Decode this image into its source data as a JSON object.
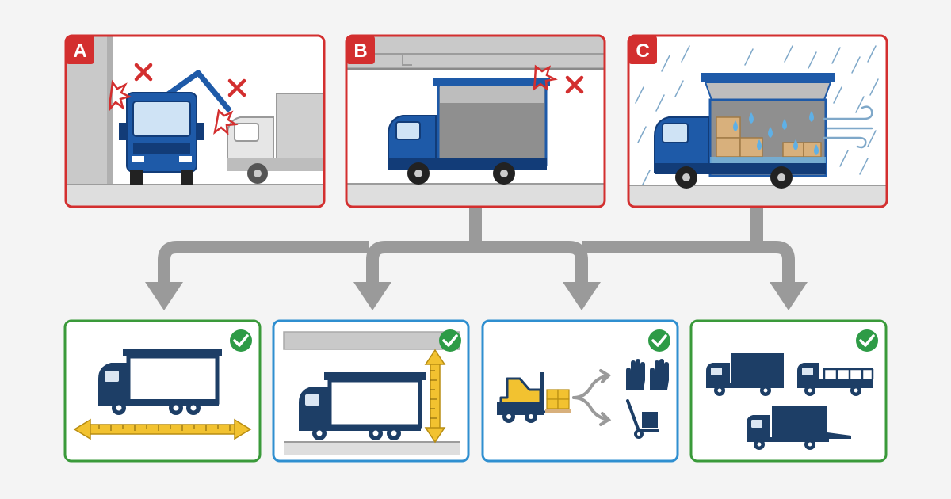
{
  "colors": {
    "background": "#f4f4f4",
    "problem_border": "#d32f2f",
    "solution_border_green": "#3a9a3a",
    "solution_border_blue": "#2f8fd0",
    "truck_blue": "#1e5aa8",
    "truck_navy": "#1d3e66",
    "arrow_gray": "#9a9a9a",
    "check_green": "#2e9b46",
    "measure_yellow": "#f2c230",
    "box_tan": "#d8b07c"
  },
  "problems": [
    {
      "label": "A",
      "icons": [
        "wall-scrape-spark-icon",
        "error-x-icon",
        "crane-arm-hit-icon"
      ]
    },
    {
      "label": "B",
      "icons": [
        "overhead-beam-icon",
        "roof-collision-spark-icon",
        "error-x-icon"
      ]
    },
    {
      "label": "C",
      "icons": [
        "rain-icon",
        "water-drop-icon",
        "wind-gust-icon",
        "cargo-box-icon"
      ]
    }
  ],
  "solutions": [
    {
      "icons": [
        "check-badge-icon",
        "truck-icon",
        "length-measure-icon"
      ]
    },
    {
      "icons": [
        "check-badge-icon",
        "overhead-beam-icon",
        "truck-icon",
        "height-measure-icon"
      ]
    },
    {
      "icons": [
        "check-badge-icon",
        "forklift-icon",
        "work-gloves-icon",
        "hand-trolley-icon"
      ]
    },
    {
      "icons": [
        "check-badge-icon",
        "box-truck-icon",
        "flatbed-truck-icon",
        "tail-lift-truck-icon"
      ]
    }
  ]
}
